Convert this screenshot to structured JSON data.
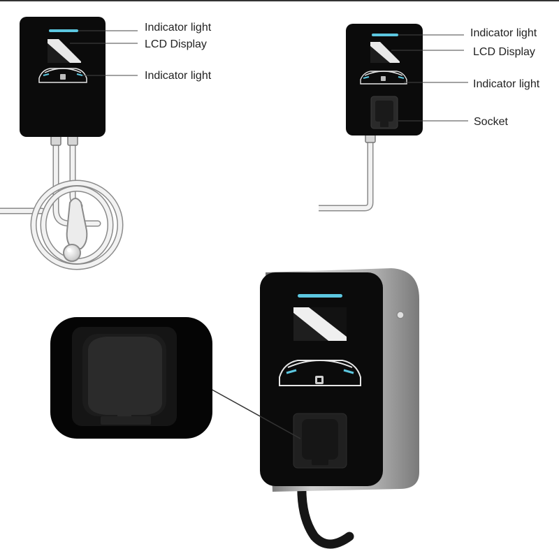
{
  "callouts": {
    "left": {
      "indicator_top": "Indicator light",
      "lcd": "LCD Display",
      "indicator_car": "Indicator light"
    },
    "right": {
      "indicator_top": "Indicator light",
      "lcd": "LCD Display",
      "indicator_car": "Indicator light",
      "socket": "Socket"
    }
  },
  "colors": {
    "panel": "#0b0b0b",
    "indicator": "#5cc7e0",
    "housing": "#a8a8a8",
    "leader": "#444444",
    "cable_outline": "#8a8a8a"
  },
  "icons": [
    "car-outline-icon",
    "charging-plug-icon",
    "socket-icon"
  ]
}
